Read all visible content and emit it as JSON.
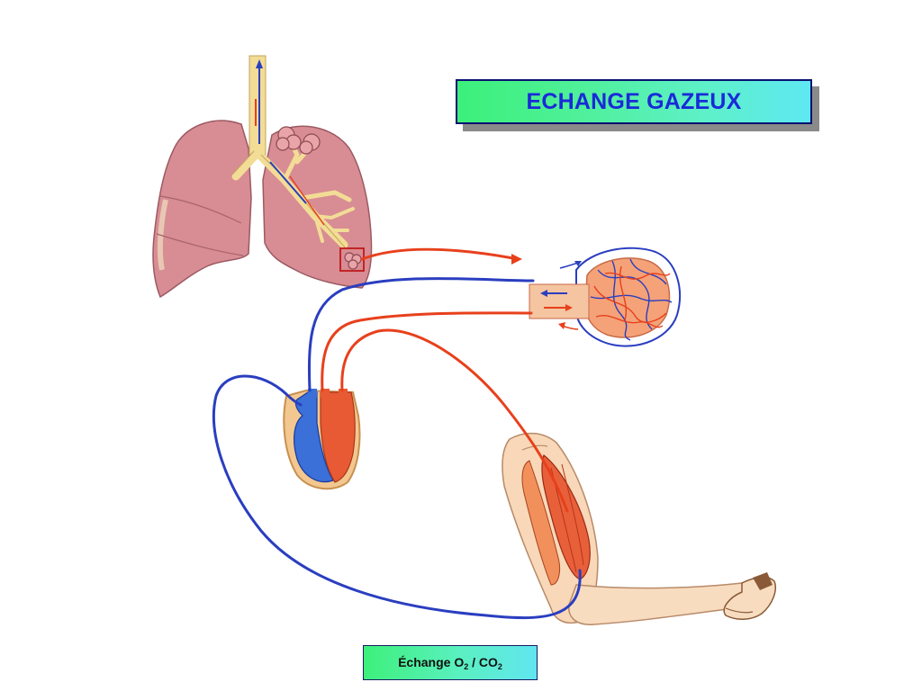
{
  "title": "ECHANGE GAZEUX",
  "caption": {
    "prefix": "Échange O",
    "sub1": "2",
    "middle": " / CO",
    "sub2": "2"
  },
  "icons": [
    "lungs-illustration",
    "alveoli-illustration",
    "heart-illustration",
    "arm-muscle-illustration"
  ],
  "colors": {
    "oxygenated_vessel": "#e8401c",
    "deoxygenated_vessel": "#2a3ec0",
    "lung_tissue": "#d9939a",
    "bronchi": "#f0d88a",
    "title_text": "#1a2ad8"
  }
}
